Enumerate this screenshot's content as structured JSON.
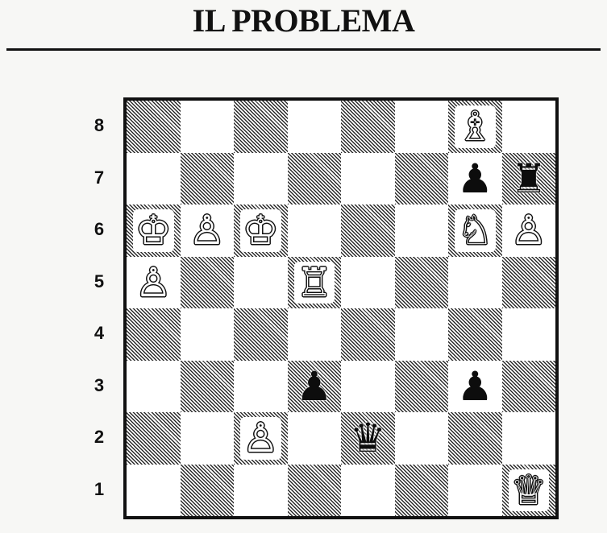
{
  "header": {
    "title": "IL PROBLEMA"
  },
  "ranks": [
    "8",
    "7",
    "6",
    "5",
    "4",
    "3",
    "2",
    "1"
  ],
  "board": {
    "orientation": "white at bottom",
    "light_color": "#ffffff",
    "dark_color": "hatched #2a2a2a",
    "pieces": [
      {
        "square": "g8",
        "color": "white",
        "type": "bishop",
        "glyph": "♗"
      },
      {
        "square": "g7",
        "color": "black",
        "type": "pawn",
        "glyph": "♟"
      },
      {
        "square": "h7",
        "color": "black",
        "type": "rook",
        "glyph": "♜"
      },
      {
        "square": "a6",
        "color": "white",
        "type": "king",
        "glyph": "♔"
      },
      {
        "square": "b6",
        "color": "white",
        "type": "pawn",
        "glyph": "♙"
      },
      {
        "square": "c6",
        "color": "white",
        "type": "king",
        "glyph": "♔"
      },
      {
        "square": "g6",
        "color": "white",
        "type": "knight",
        "glyph": "♘"
      },
      {
        "square": "h6",
        "color": "white",
        "type": "pawn",
        "glyph": "♙"
      },
      {
        "square": "a5",
        "color": "white",
        "type": "pawn",
        "glyph": "♙"
      },
      {
        "square": "d5",
        "color": "white",
        "type": "rook",
        "glyph": "♖"
      },
      {
        "square": "d3",
        "color": "black",
        "type": "pawn",
        "glyph": "♟"
      },
      {
        "square": "g3",
        "color": "black",
        "type": "pawn",
        "glyph": "♟"
      },
      {
        "square": "c2",
        "color": "white",
        "type": "pawn",
        "glyph": "♙"
      },
      {
        "square": "e2",
        "color": "black",
        "type": "queen",
        "glyph": "♛"
      },
      {
        "square": "h1",
        "color": "white",
        "type": "queen",
        "glyph": "♕"
      }
    ]
  }
}
